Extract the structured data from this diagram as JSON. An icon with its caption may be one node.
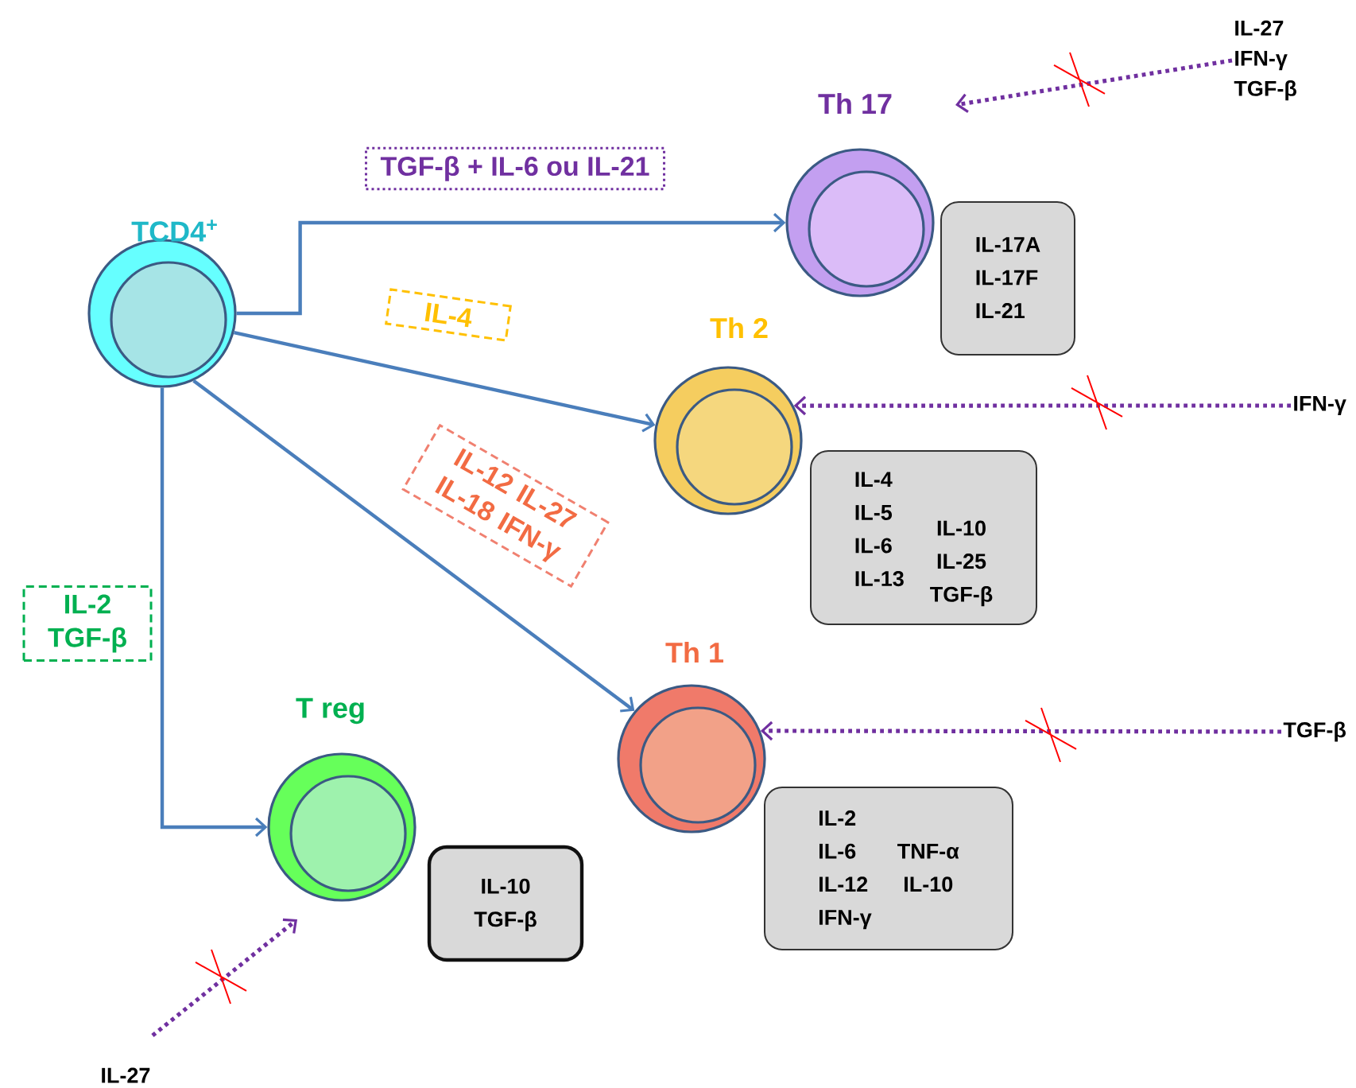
{
  "diagram": {
    "nodes": [
      {
        "text": [
          "TCD4$^{+}$"
        ]
      },
      {
        "text": [
          "Th 17"
        ]
      },
      {
        "text": [
          "Th 2"
        ]
      },
      {
        "text": [
          "Th 1"
        ]
      },
      {
        "text": [
          "T reg"
        ]
      },
      {
        "text": [
          "IL-17A",
          "IL-17F",
          "IL-21"
        ]
      },
      {
        "text": [
          "IL-4",
          "IL-5",
          "IL-6",
          "IL-13",
          "IL-10",
          "IL-25",
          "TGF-β"
        ]
      },
      {
        "text": [
          "IL-2",
          "IL-6",
          "IL-12",
          "IFN-γ",
          "TNF-α",
          "IL-10"
        ]
      },
      {
        "text": [
          "IL-10",
          "TGF-β"
        ]
      },
      {
        "text": [
          "IL-27",
          "IFN-γ",
          "TGF-β"
        ]
      },
      {
        "text": [
          "IFN-γ"
        ]
      },
      {
        "text": [
          "TGF-β"
        ]
      },
      {
        "text": [
          "IL-27"
        ]
      }
    ],
    "edges": [
      {
        "from": 0,
        "to": 1,
        "arrow": "to",
        "label": "TGF-β +  IL-6 ou IL-21"
      },
      {
        "from": 0,
        "to": 2,
        "arrow": "to",
        "label": "IL-4"
      },
      {
        "from": 0,
        "to": 3,
        "arrow": "to",
        "label": "IL-12  IL-27 IL-18 IFN-γ"
      },
      {
        "from": 0,
        "to": 4,
        "arrow": "to",
        "label": "IL-2 TGF-β"
      },
      {
        "from": 9,
        "to": 1,
        "arrow": "to",
        "style": "dashed",
        "color": "#7030a0"
      },
      {
        "from": 10,
        "to": 2,
        "arrow": "to",
        "style": "dashed",
        "color": "#7030a0"
      },
      {
        "from": 11,
        "to": 3,
        "arrow": "to",
        "style": "dashed",
        "color": "#7030a0"
      },
      {
        "from": 12,
        "to": 4,
        "arrow": "to",
        "style": "dashed",
        "color": "#7030a0"
      }
    ]
  }
}
